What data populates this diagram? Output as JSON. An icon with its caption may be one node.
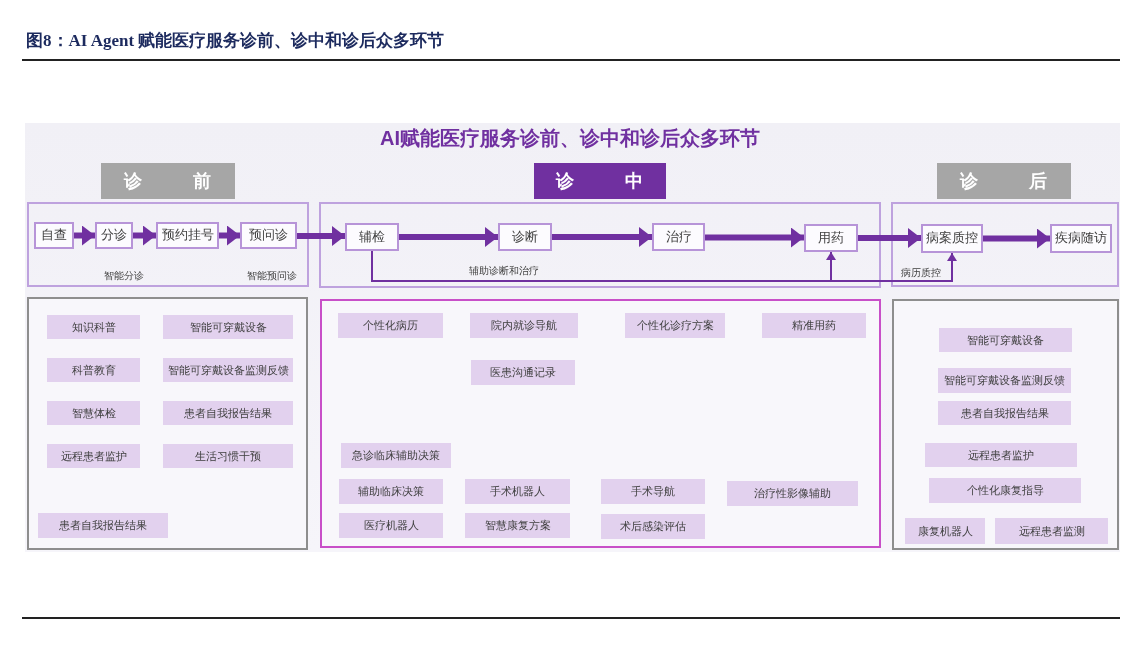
{
  "diagram": {
    "title": "图8：AI Agent 赋能医疗服务诊前、诊中和诊后众多环节",
    "nodes": [
      {
        "text": [
          "诊 前"
        ]
      },
      {
        "text": [
          "诊 中"
        ]
      },
      {
        "text": [
          "诊 后"
        ]
      },
      {
        "text": [],
        "shape": "box"
      },
      {
        "text": [
          "自查"
        ],
        "in": 3
      },
      {
        "text": [
          "分诊"
        ],
        "in": 3,
        "beside": [
          "智能分诊"
        ]
      },
      {
        "text": [
          "预约挂号"
        ],
        "in": 3
      },
      {
        "text": [
          "预问诊"
        ],
        "in": 3,
        "beside": [
          "智能预问诊"
        ]
      },
      {
        "text": [],
        "shape": "box"
      },
      {
        "text": [
          "辅检"
        ],
        "in": 8
      },
      {
        "text": [
          "诊断"
        ],
        "in": 8
      },
      {
        "text": [
          "治疗"
        ],
        "in": 8
      },
      {
        "text": [
          "用药"
        ],
        "in": 8
      },
      {
        "text": [],
        "shape": "box"
      },
      {
        "text": [
          "病案质控"
        ],
        "in": 13
      },
      {
        "text": [
          "疾病随访"
        ],
        "in": 13
      },
      {
        "text": [],
        "shape": "box"
      },
      {
        "text": [
          "知识科普"
        ],
        "in": 16
      },
      {
        "text": [
          "智能可穿戴设备"
        ],
        "in": 16
      },
      {
        "text": [
          "科普教育"
        ],
        "in": 16
      },
      {
        "text": [
          "智能可穿戴设备监测反馈"
        ],
        "in": 16
      },
      {
        "text": [
          "智慧体检"
        ],
        "in": 16
      },
      {
        "text": [
          "患者自我报告结果"
        ],
        "in": 16
      },
      {
        "text": [
          "远程患者监护"
        ],
        "in": 16
      },
      {
        "text": [
          "生活习惯干预"
        ],
        "in": 16
      },
      {
        "text": [
          "患者自我报告结果"
        ],
        "in": 16
      },
      {
        "text": [],
        "shape": "box"
      },
      {
        "text": [
          "个性化病历"
        ],
        "in": 26
      },
      {
        "text": [
          "院内就诊导航"
        ],
        "in": 26
      },
      {
        "text": [
          "个性化诊疗方案"
        ],
        "in": 26
      },
      {
        "text": [
          "精准用药"
        ],
        "in": 26
      },
      {
        "text": [
          "医患沟通记录"
        ],
        "in": 26
      },
      {
        "text": [
          "急诊临床辅助决策"
        ],
        "in": 26
      },
      {
        "text": [
          "辅助临床决策"
        ],
        "in": 26
      },
      {
        "text": [
          "手术机器人"
        ],
        "in": 26
      },
      {
        "text": [
          "手术导航"
        ],
        "in": 26
      },
      {
        "text": [
          "治疗性影像辅助"
        ],
        "in": 26
      },
      {
        "text": [
          "医疗机器人"
        ],
        "in": 26
      },
      {
        "text": [
          "智慧康复方案"
        ],
        "in": 26
      },
      {
        "text": [
          "术后感染评估"
        ],
        "in": 26
      },
      {
        "text": [],
        "shape": "box"
      },
      {
        "text": [
          "智能可穿戴设备"
        ],
        "in": 40
      },
      {
        "text": [
          "智能可穿戴设备监测反馈"
        ],
        "in": 40
      },
      {
        "text": [
          "患者自我报告结果"
        ],
        "in": 40
      },
      {
        "text": [
          "远程患者监护"
        ],
        "in": 40
      },
      {
        "text": [
          "个性化康复指导"
        ],
        "in": 40
      },
      {
        "text": [
          "康复机器人"
        ],
        "in": 40
      },
      {
        "text": [
          "远程患者监测"
        ],
        "in": 40
      }
    ],
    "edges": [
      {
        "from": 4,
        "to": 5,
        "arrow": "to"
      },
      {
        "from": 5,
        "to": 6,
        "arrow": "to"
      },
      {
        "from": 6,
        "to": 7,
        "arrow": "to"
      },
      {
        "from": 7,
        "to": 9,
        "arrow": "to"
      },
      {
        "from": 9,
        "to": 10,
        "arrow": "to"
      },
      {
        "from": 10,
        "to": 11,
        "arrow": "to"
      },
      {
        "from": 11,
        "to": 12,
        "arrow": "to"
      },
      {
        "from": 12,
        "to": 14,
        "arrow": "to"
      },
      {
        "from": 14,
        "to": 15,
        "arrow": "to"
      },
      {
        "from": 9,
        "to": 12,
        "arrow": "to",
        "label": "辅助诊断和治疗"
      },
      {
        "from": 9,
        "to": 14,
        "arrow": "to",
        "label": "病历质控"
      }
    ],
    "labels": [
      "AI赋能医疗服务诊前、诊中和诊后众多环节"
    ]
  }
}
